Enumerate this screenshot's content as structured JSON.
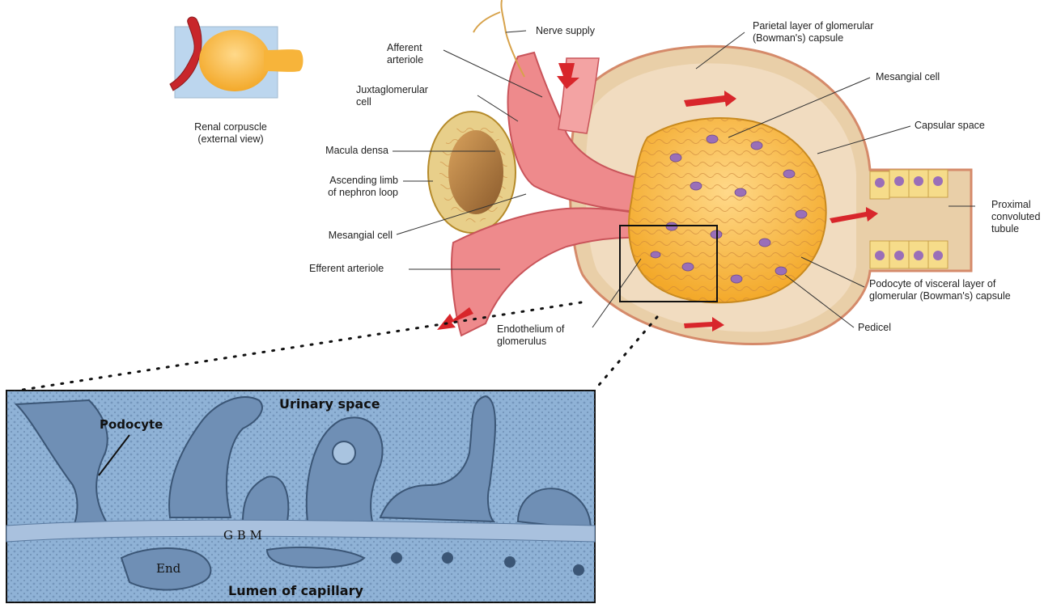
{
  "labels": {
    "nerve_supply": "Nerve supply",
    "parietal_1": "Parietal layer of glomerular",
    "parietal_2": "(Bowman's) capsule",
    "afferent_1": "Afferent",
    "afferent_2": "arteriole",
    "mesangial_top": "Mesangial cell",
    "juxta_1": "Juxtaglomerular",
    "juxta_2": "cell",
    "capsular_space": "Capsular space",
    "renal_1": "Renal corpuscle",
    "renal_2": "(external view)",
    "macula_densa": "Macula densa",
    "ascending_1": "Ascending limb",
    "ascending_2": "of nephron loop",
    "pct_1": "Proximal",
    "pct_2": "convoluted",
    "pct_3": "tubule",
    "mesangial_left": "Mesangial cell",
    "efferent": "Efferent arteriole",
    "podocyte_visc_1": "Podocyte of visceral layer of",
    "podocyte_visc_2": "glomerular (Bowman's) capsule",
    "pedicel": "Pedicel",
    "endo_1": "Endothelium of",
    "endo_2": "glomerulus"
  },
  "micrograph": {
    "urinary_space": "Urinary space",
    "podocyte": "Podocyte",
    "gbm": "G B M",
    "end": "End",
    "lumen": "Lumen of capillary"
  },
  "colors": {
    "vessel": "#e8737a",
    "glomerulus": "#f0b62e",
    "nucleus": "#9a6fb8",
    "capsule": "#e9d3b4",
    "arrow": "#d8262b",
    "micrograph_bg": "#8fb2d6"
  }
}
